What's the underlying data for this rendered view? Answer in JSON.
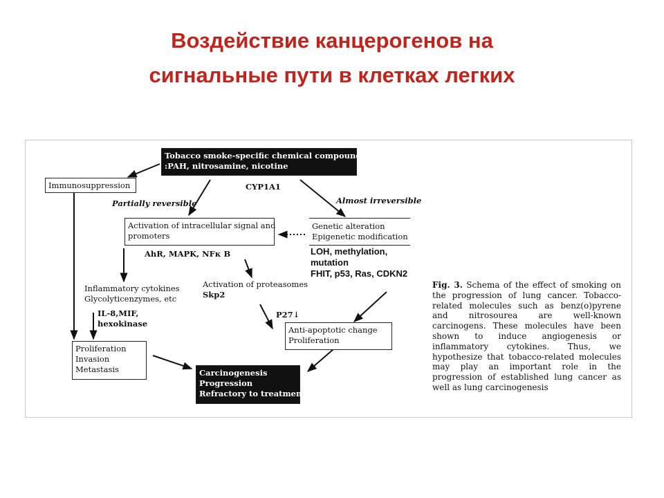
{
  "title": {
    "line1": "Воздействие канцерогенов на",
    "line2": "сигнальные пути в клетках легких"
  },
  "colors": {
    "title": "#c0241c",
    "dark_box": "#111111"
  },
  "diagram": {
    "tobacco": {
      "line1": "Tobacco smoke-specific chemical compounds",
      "line2": ":PAH, nitrosamine, nicotine"
    },
    "cyp": "CYP1A1",
    "immuno": "Immunosuppression",
    "partially": "Partially reversible",
    "almost": "Almost irreversible",
    "activation_signal": {
      "line1": "Activation of intracellular signal and",
      "line2": "promoters"
    },
    "genetic": {
      "line1": "Genetic alteration",
      "line2": "Epigenetic modification"
    },
    "ahr": "AhR, MAPK, NFκ B",
    "loh": {
      "line1": "LOH, methylation,",
      "line2": "mutation",
      "line3": "FHIT, p53, Ras, CDKN2"
    },
    "inflammatory": {
      "line1": "Inflammatory cytokines",
      "line2": "Glycolyticenzymes, etc"
    },
    "il8": {
      "line1": "IL-8,MIF,",
      "line2": "hexokinase"
    },
    "proteasome": {
      "line1": "Activation of proteasomes",
      "line2": "Skp2"
    },
    "p27": "P27↓",
    "anti_apoptotic": {
      "line1": "Anti-apoptotic change",
      "line2": "Proliferation"
    },
    "proliferation": {
      "line1": "Proliferation",
      "line2": "Invasion",
      "line3": "Metastasis"
    },
    "carcinogenesis": {
      "line1": "Carcinogenesis",
      "line2": "Progression",
      "line3": "Refractory to treatment"
    }
  },
  "caption": {
    "fig": "Fig. 3.",
    "text": "Schema of the effect of smoking on the progression of lung cancer. Tobacco-related molecules such as benz(o)pyrene and nitrosourea are well-known carcinogens. These molecules have been shown to induce angiogenesis or inflammatory cytokines. Thus, we hypothesize that tobacco-related molecules may play an important role in the progression of established lung cancer as well as lung carcinogenesis"
  }
}
